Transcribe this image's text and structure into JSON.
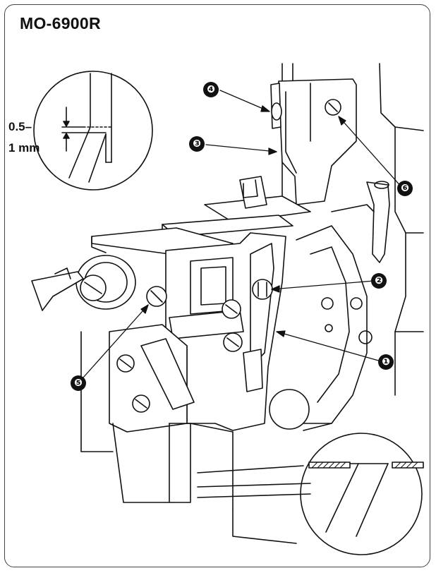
{
  "title": "MO-6900R",
  "detail_inset": {
    "dimension_top": "0.5–",
    "dimension_bottom": "1 mm"
  },
  "callouts": [
    "❹",
    "❸",
    "❻",
    "❷",
    "❶",
    "❺"
  ],
  "colors": {
    "line": "#111111",
    "frame": "#444444",
    "background": "#ffffff"
  }
}
